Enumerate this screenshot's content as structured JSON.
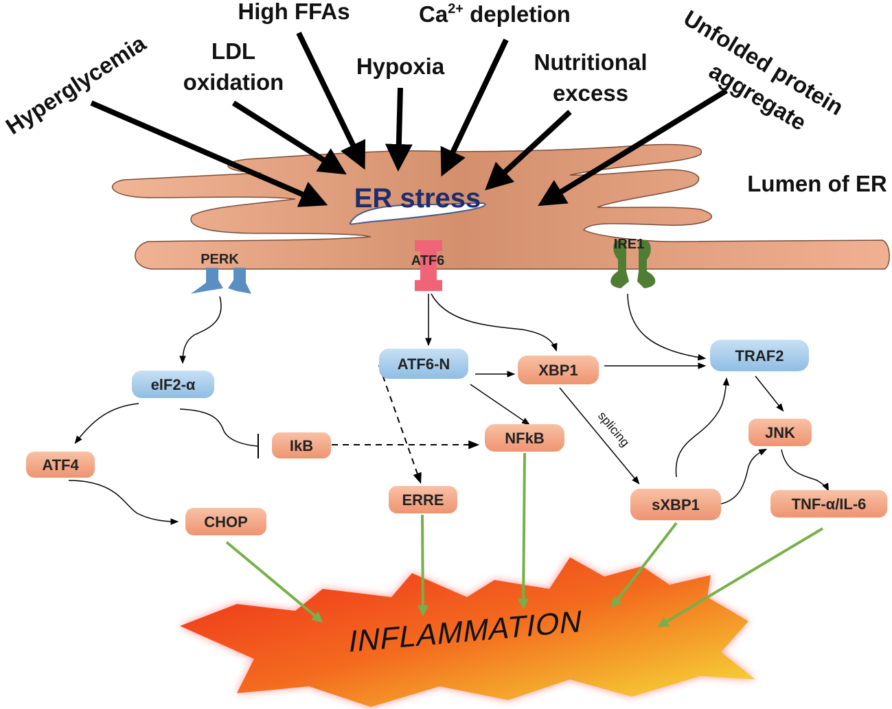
{
  "stressors": {
    "hyperglycemia": "Hyperglycemia",
    "ldl_line1": "LDL",
    "ldl_line2": "oxidation",
    "high_ffas": "High FFAs",
    "hypoxia": "Hypoxia",
    "ca_prefix": "Ca",
    "ca_sup": "2+",
    "ca_suffix": " depletion",
    "nutritional_line1": "Nutritional",
    "nutritional_line2": "excess",
    "unfolded_line1": "Unfolded protein",
    "unfolded_line2": "aggregate"
  },
  "er": {
    "stress_label": "ER stress",
    "lumen_label": "Lumen of ER",
    "membrane_color": "#e8a585",
    "stress_text_color": "#1f2d6b"
  },
  "receptors": {
    "perk": "PERK",
    "atf6": "ATF6",
    "ire1": "IRE1",
    "perk_color": "#5b8fc1",
    "atf6_color": "#f06478",
    "ire1_color": "#4e7d33"
  },
  "nodes": {
    "eif2a": "elF2-α",
    "atf4": "ATF4",
    "chop": "CHOP",
    "ikb": "IkB",
    "atf6n": "ATF6-N",
    "xbp1": "XBP1",
    "nfkb": "NFkB",
    "erre": "ERRE",
    "sxbp1": "sXBP1",
    "traf2": "TRAF2",
    "jnk": "JNK",
    "tnf": "TNF-α/IL-6"
  },
  "edges": {
    "splicing": "splicing"
  },
  "outcome": {
    "inflammation": "INFLAMMATION"
  },
  "colors": {
    "blue_node": "#a9cdec",
    "orange_node": "#f4a886",
    "green_arrow": "#77b04a"
  }
}
